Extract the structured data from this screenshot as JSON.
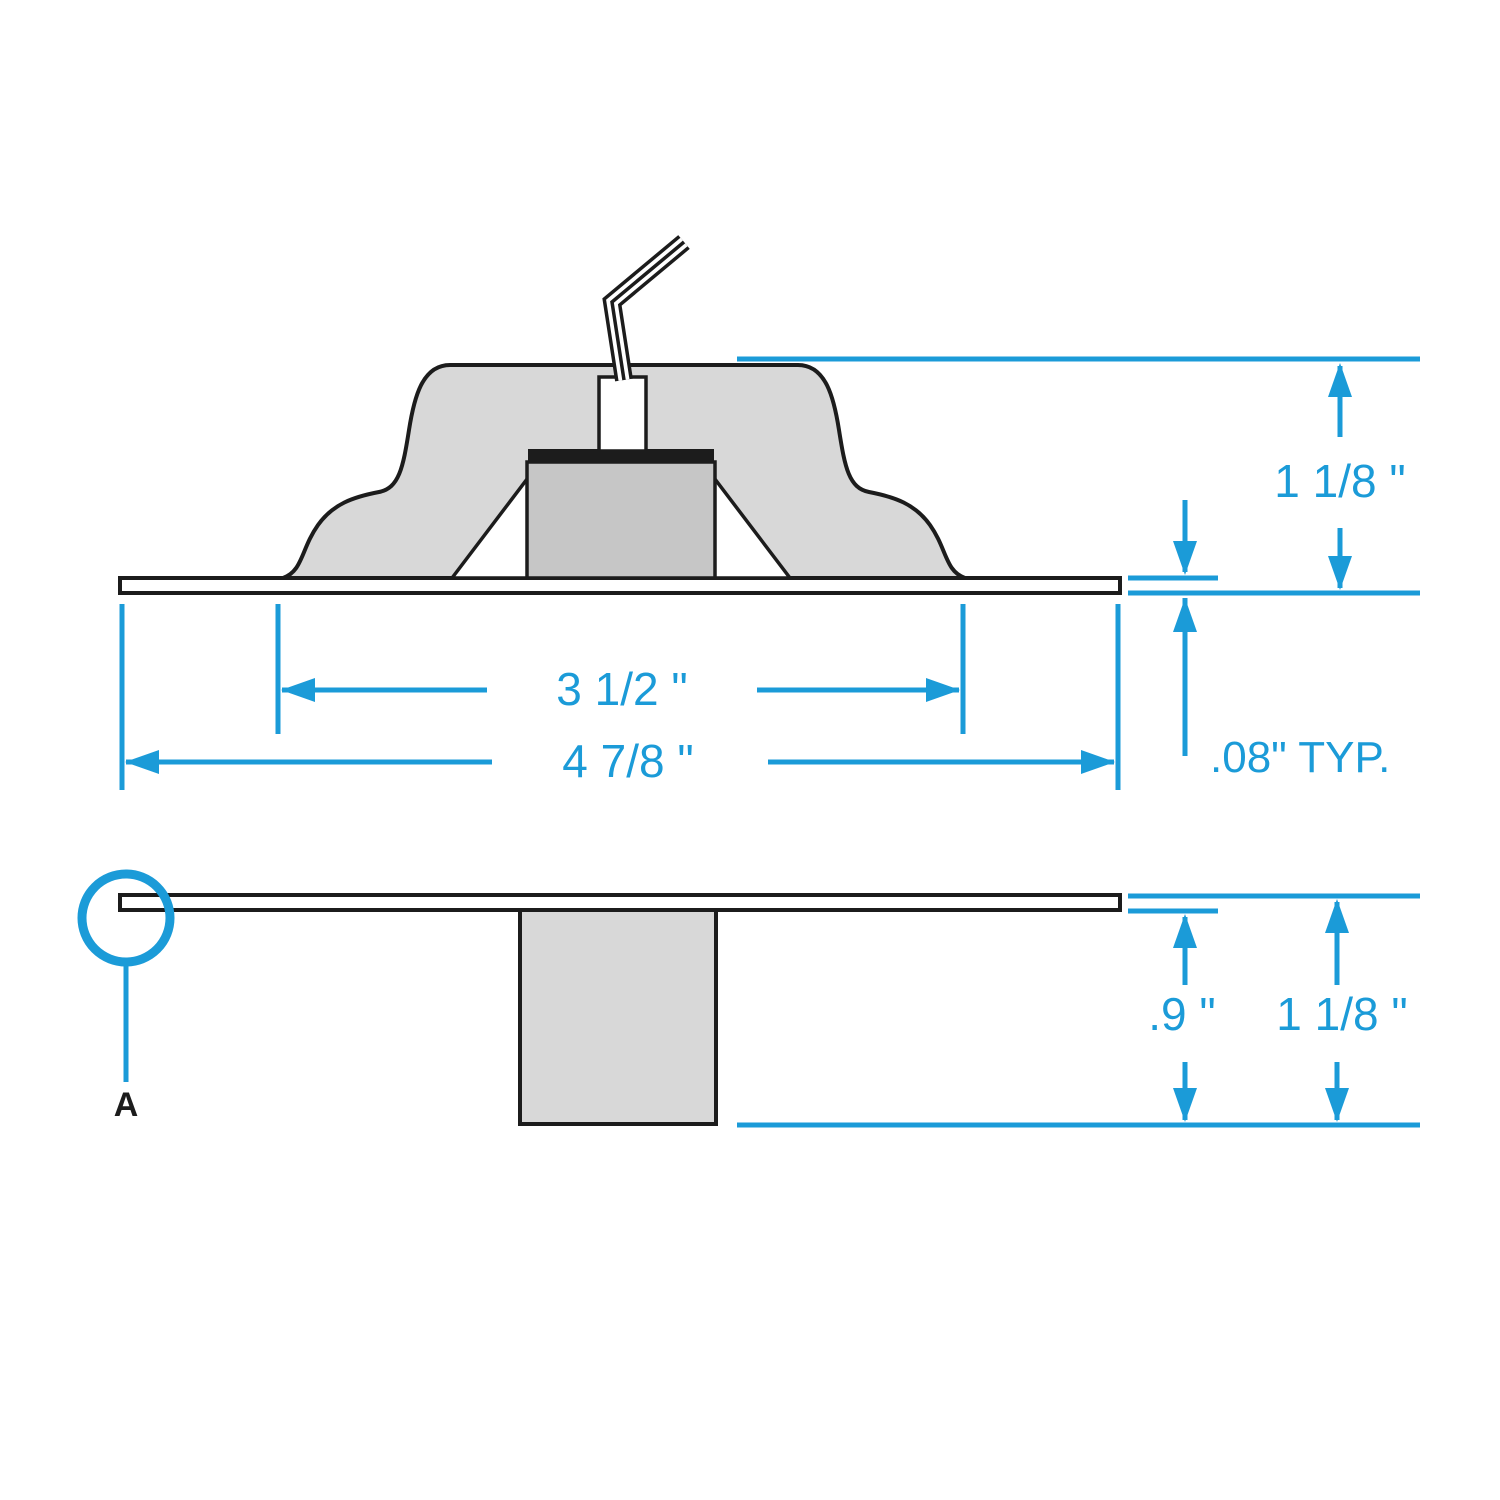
{
  "labels": {
    "overall_height": "1 1/8 \"",
    "flange_inner_width": "3 1/2 \"",
    "flange_overall_width": "4 7/8 \"",
    "plate_thickness": ".08\" TYP.",
    "insert_depth": ".9 \"",
    "overall_height_lower": "1 1/8 \"",
    "detail_callout": "A"
  },
  "colors": {
    "accent": "#1b9bd8",
    "line": "#1c1c1c",
    "body_fill": "#d8d8d8",
    "core_fill": "#c6c6c6"
  }
}
